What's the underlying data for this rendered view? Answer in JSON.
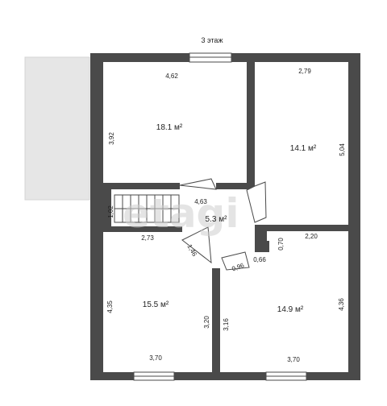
{
  "floor_title": "3 этаж",
  "rooms": [
    {
      "area": "18.1 м²"
    },
    {
      "area": "14.1 м²"
    },
    {
      "area": "5.3 м²"
    },
    {
      "area": "15.5 м²"
    },
    {
      "area": "14.9 м²"
    }
  ],
  "dimensions": [
    "4,62",
    "2,79",
    "3,92",
    "5,04",
    "1,02",
    "4,63",
    "2,73",
    "0,70",
    "2,20",
    "0,66",
    "1,46",
    "0,96",
    "4,35",
    "3,20",
    "3,16",
    "4,36",
    "3,70",
    "3,70"
  ],
  "watermark": "etagi",
  "colors": {
    "wall": "#4a4a4a",
    "balcony": "#e6e6e6",
    "watermark": "#cfcfcf"
  }
}
